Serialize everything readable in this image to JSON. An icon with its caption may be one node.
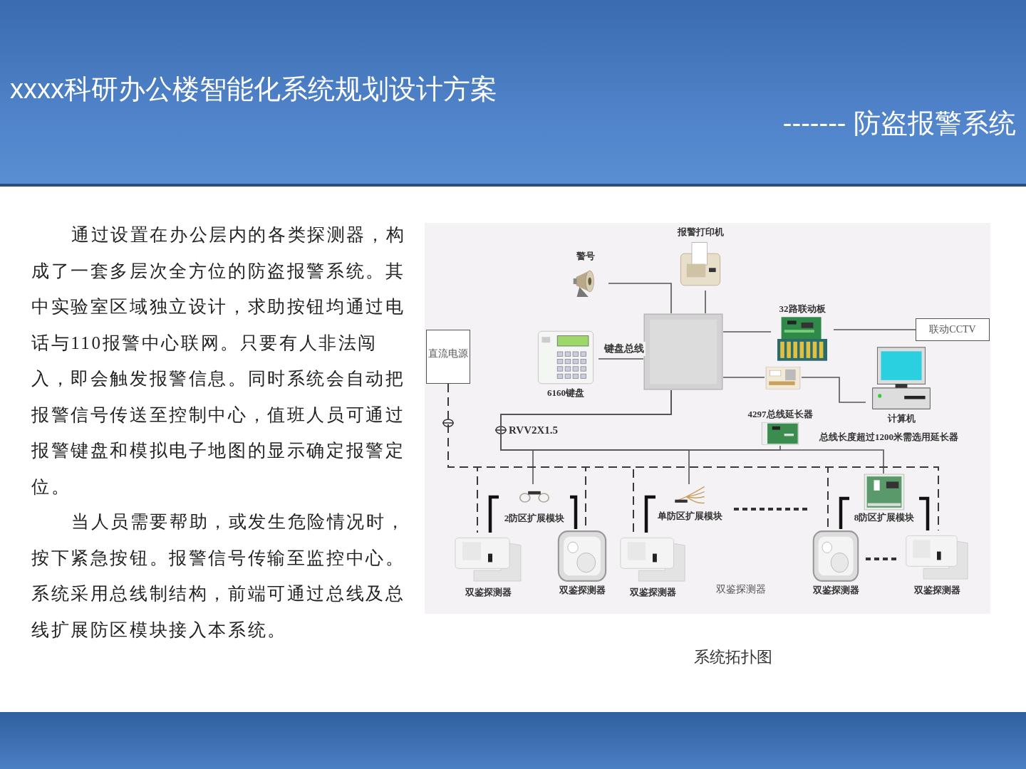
{
  "diagram": {
    "title": "xxxx科研办公楼智能化系统规划设计方案",
    "caption": "系统拓扑图",
    "nodes": [
      {
        "text": [
          "报警打印机"
        ]
      },
      {
        "text": [
          "警号"
        ]
      },
      {
        "text": [],
        "shape": "picture"
      },
      {
        "text": [
          "32路联动板"
        ]
      },
      {
        "text": [
          "联动CCTV"
        ]
      },
      {
        "text": [
          "直流电源"
        ]
      },
      {
        "text": [
          "6160键盘"
        ]
      },
      {
        "text": [],
        "shape": "picture"
      },
      {
        "text": [
          "计算机"
        ]
      },
      {
        "text": [
          "4297总线延长器"
        ]
      },
      {
        "text": [
          "2防区扩展模块"
        ]
      },
      {
        "text": [
          "单防区扩展模块"
        ]
      },
      {
        "text": [
          "8防区扩展模块"
        ]
      },
      {
        "text": [
          "双鉴探测器"
        ]
      },
      {
        "text": [
          "双鉴探测器"
        ]
      },
      {
        "text": [
          "双鉴探测器"
        ]
      },
      {
        "text": [
          "双鉴探测器"
        ]
      },
      {
        "text": [
          "双鉴探测器"
        ]
      }
    ],
    "edges": [
      {
        "from": 1,
        "to": 2,
        "arrow": "none"
      },
      {
        "from": 0,
        "to": 2,
        "arrow": "none"
      },
      {
        "from": 6,
        "to": 2,
        "arrow": "none",
        "label": "键盘总线"
      },
      {
        "from": 2,
        "to": 3,
        "arrow": "none"
      },
      {
        "from": 3,
        "to": 4,
        "arrow": "none"
      },
      {
        "from": 2,
        "to": 7,
        "arrow": "none"
      },
      {
        "from": 7,
        "to": 8,
        "arrow": "none"
      },
      {
        "from": 2,
        "to": 9,
        "arrow": "none"
      },
      {
        "from": 2,
        "to": 10,
        "arrow": "none"
      },
      {
        "from": 2,
        "to": 11,
        "arrow": "none"
      },
      {
        "from": 2,
        "to": 12,
        "arrow": "none"
      },
      {
        "from": 5,
        "to": 13,
        "arrow": "none",
        "style": "dashed"
      },
      {
        "from": 5,
        "to": 14,
        "arrow": "none",
        "style": "dashed"
      },
      {
        "from": 5,
        "to": 15,
        "arrow": "none",
        "style": "dashed"
      },
      {
        "from": 5,
        "to": 16,
        "arrow": "none",
        "style": "dashed"
      },
      {
        "from": 5,
        "to": 17,
        "arrow": "none",
        "style": "dashed"
      },
      {
        "from": 10,
        "to": 13,
        "arrow": "none",
        "style": "thick"
      },
      {
        "from": 10,
        "to": 14,
        "arrow": "none",
        "style": "thick"
      },
      {
        "from": 11,
        "to": 15,
        "arrow": "none",
        "style": "thick"
      },
      {
        "from": 12,
        "to": 16,
        "arrow": "none",
        "style": "thick"
      },
      {
        "from": 12,
        "to": 17,
        "arrow": "none",
        "style": "thick"
      }
    ],
    "labels": [
      "------- 防盗报警系统",
      "通过设置在办公层内的各类探测器，构成了一套多层次全方位的防盗报警系统。其中实验室区域独立设计，求助按钮均通过电话与110报警中心联网。只要有人非法闯入，即会触发报警信息。同时系统会自动把报警信号传送至控制中心，值班人员可通过报警键盘和模拟电子地图的显示确定报警定位。",
      "当人员需要帮助，或发生危险情况时，按下紧急按钮。报警信号传输至监控中心。系统采用总线制结构，前端可通过总线及总线扩展防区模块接入本系统。",
      "RVV2X1.5",
      "双鉴探测器",
      "总线长度超过1200米需选用延长器"
    ]
  }
}
